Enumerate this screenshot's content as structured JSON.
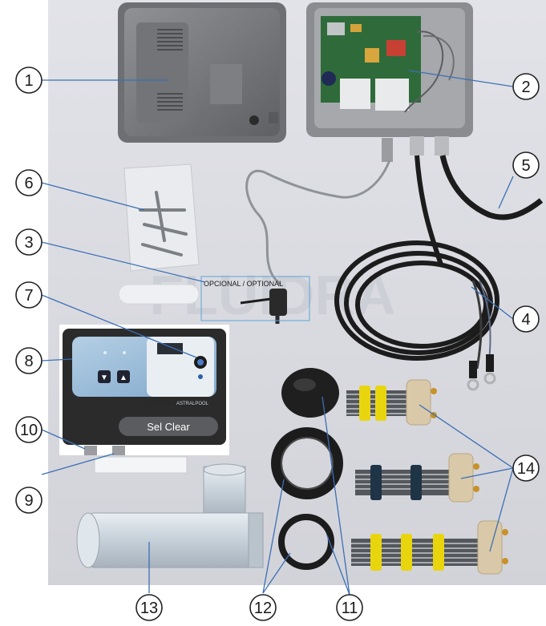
{
  "callouts": [
    {
      "n": "1"
    },
    {
      "n": "2"
    },
    {
      "n": "3"
    },
    {
      "n": "4"
    },
    {
      "n": "5"
    },
    {
      "n": "6"
    },
    {
      "n": "7"
    },
    {
      "n": "8"
    },
    {
      "n": "9"
    },
    {
      "n": "10"
    },
    {
      "n": "11"
    },
    {
      "n": "12"
    },
    {
      "n": "13"
    },
    {
      "n": "14"
    }
  ],
  "optional_label": "OPCIONAL / OPTIONAL",
  "watermark": "FLUIDRA",
  "device": {
    "display_brand": "Sel Clear",
    "maker_badge": "ASTRALPOOL"
  },
  "colors": {
    "backdrop": "#dcdde2",
    "callout_line": "#3c6fb6",
    "device_body": "#2b2b2b",
    "device_panel": "#8fb6d6",
    "cable": "#1c1c1c",
    "ring_yellow": "#e9d50e"
  }
}
